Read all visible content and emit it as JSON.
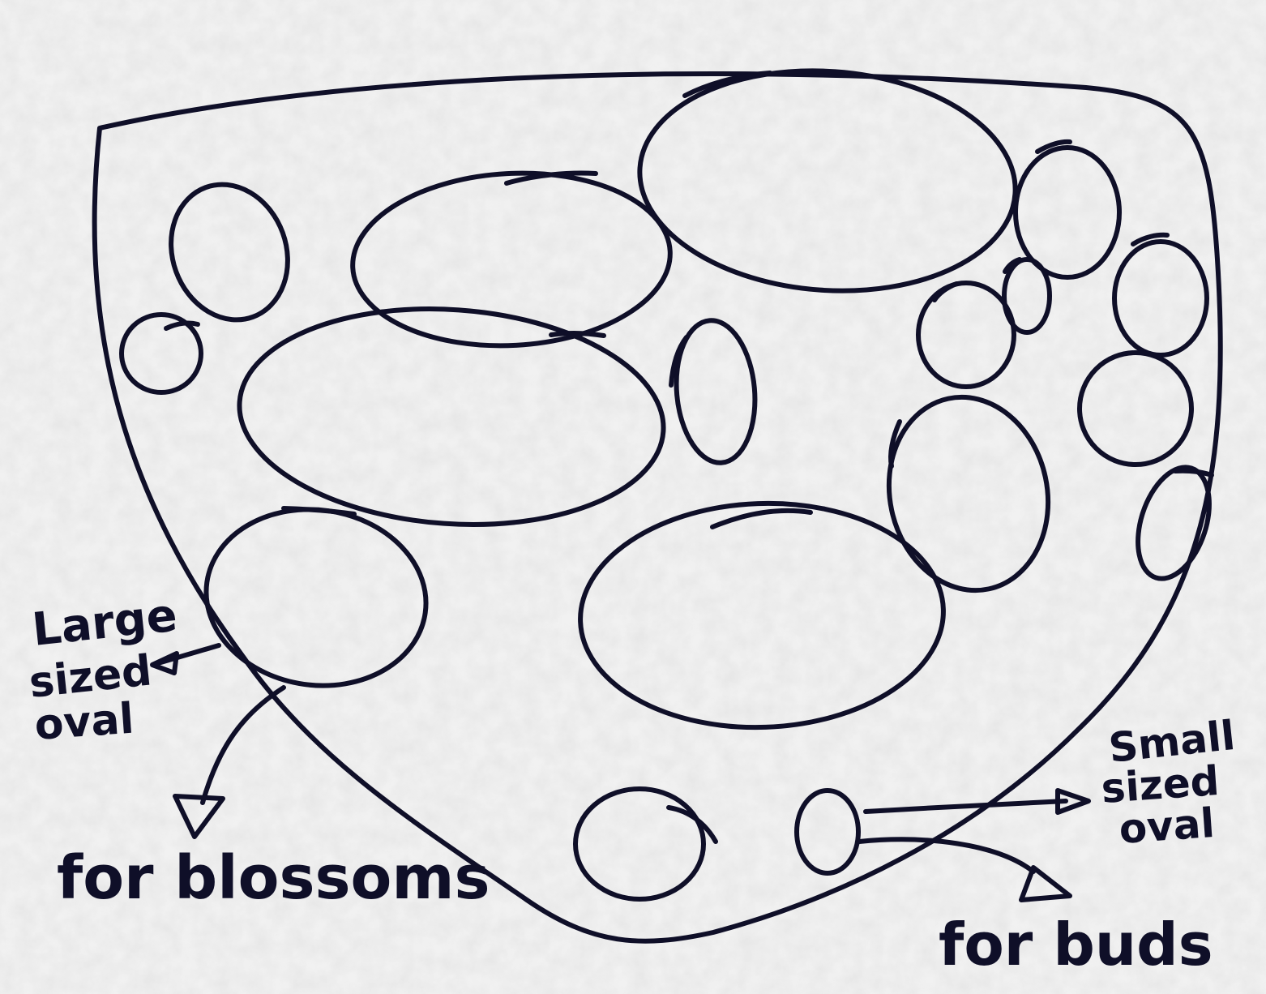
{
  "labels": {
    "large_line1": "Large",
    "large_line2": "sized",
    "large_line3": "oval",
    "small_line1": "Small",
    "small_line2": "sized",
    "small_line3": "oval",
    "for_blossoms": "for blossoms",
    "for_buds": "for buds"
  },
  "colors": {
    "ink": "#0f0f28",
    "paper": "#eeeeee"
  }
}
